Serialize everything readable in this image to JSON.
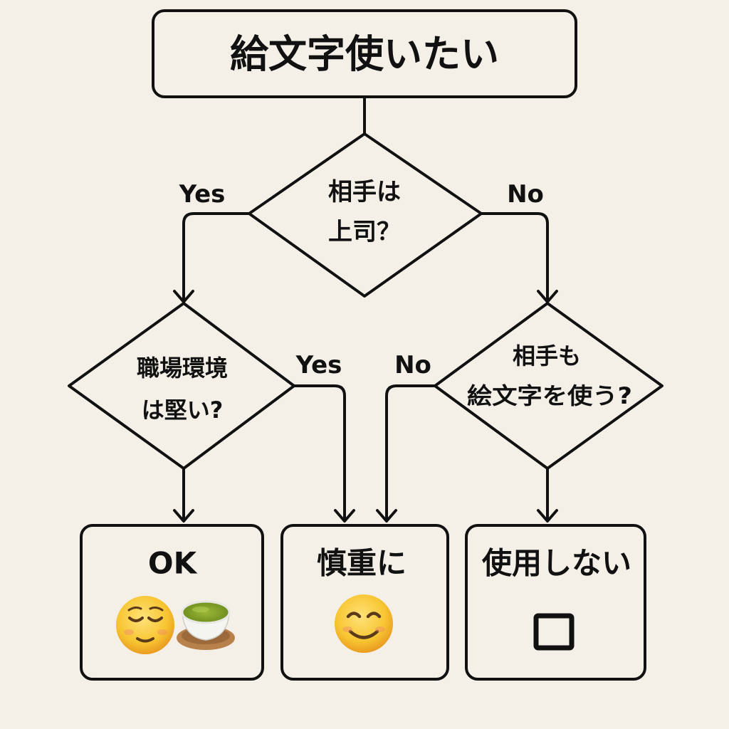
{
  "colors": {
    "background": "#f4f0e8",
    "line": "#111111",
    "box_fill": "#f4f0e8",
    "emoji_face": "#f7c531",
    "emoji_face_shade": "#e8961e",
    "tea_green": "#7d9a22",
    "tea_cup": "#f4f4f0",
    "tea_saucer": "#b8804a"
  },
  "start": {
    "label": "給文字使いたい"
  },
  "decision_boss": {
    "line1": "相手は",
    "line2": "上司？"
  },
  "decision_workplace": {
    "line1": "職場環境",
    "line2": "は堅い?"
  },
  "decision_partner": {
    "line1": "相手も",
    "line2": "絵文字を使う?"
  },
  "edges": {
    "boss_yes": "Yes",
    "boss_no": "No",
    "workplace_yes": "Yes",
    "partner_no": "No"
  },
  "result_ok": {
    "label": "OK",
    "icons": [
      "relieved-face-icon",
      "green-tea-icon"
    ]
  },
  "result_careful": {
    "label": "慎重に",
    "icons": [
      "smiling-face-icon"
    ]
  },
  "result_none": {
    "label": "使用しない",
    "icons": [
      "empty-square-icon"
    ]
  }
}
